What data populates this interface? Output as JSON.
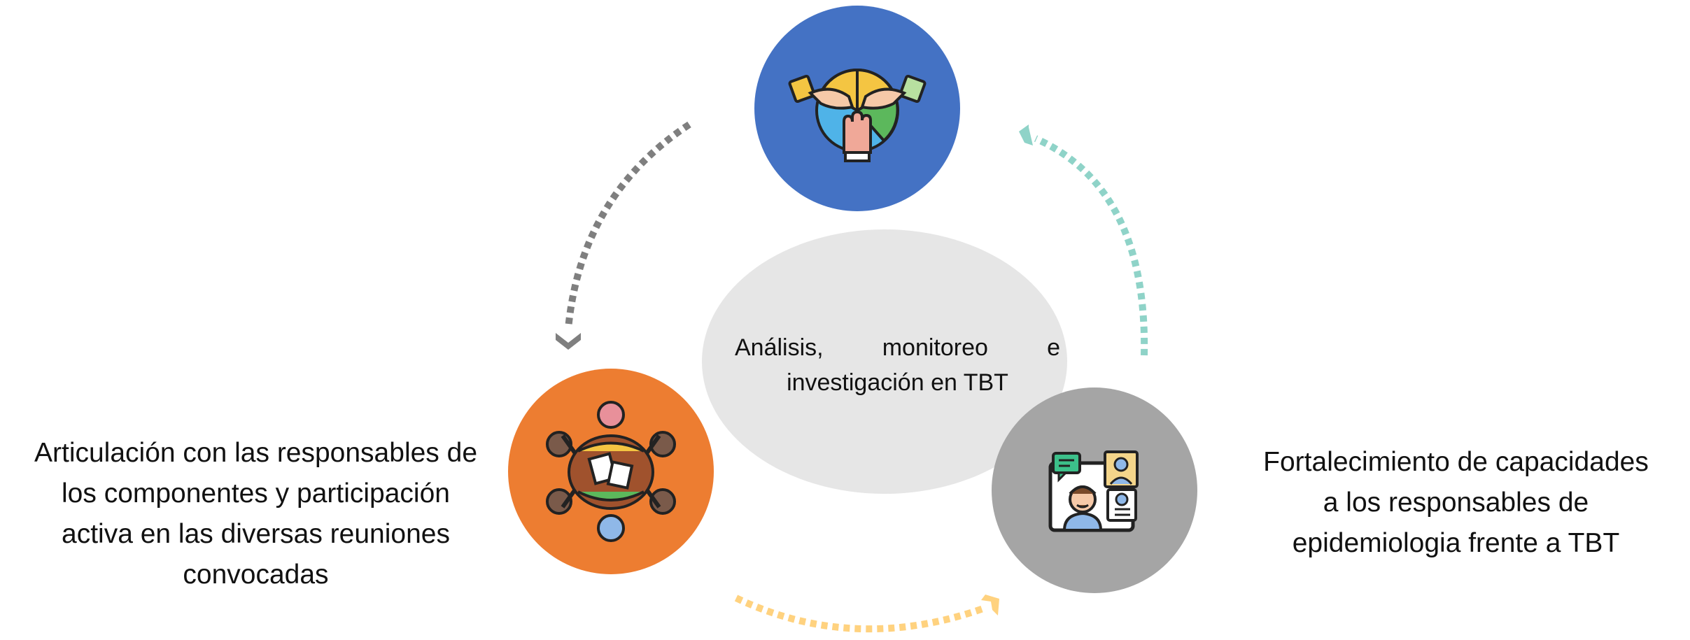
{
  "diagram": {
    "center": {
      "line1_words": [
        "Análisis,",
        "monitoreo",
        "e"
      ],
      "line2": "investigación en TBT"
    },
    "nodes": [
      {
        "id": "top",
        "color": "#4472c4",
        "icon": "teamwork-hands-icon"
      },
      {
        "id": "left",
        "color": "#ed7d31",
        "icon": "meeting-table-icon"
      },
      {
        "id": "right",
        "color": "#a5a5a5",
        "icon": "video-conference-icon"
      }
    ],
    "labels": {
      "left": [
        "Articulación con las responsables de",
        "los componentes y participación",
        "activa en las diversas reuniones",
        "convocadas"
      ],
      "right": [
        "Fortalecimiento de capacidades",
        "a los responsables de",
        "epidemiologia frente a TBT"
      ]
    },
    "arrows": [
      {
        "id": "top-to-left",
        "color": "#7f7f7f"
      },
      {
        "id": "left-to-right",
        "color": "#ffd27f"
      },
      {
        "id": "right-to-top",
        "color": "#8fd3c8"
      }
    ]
  }
}
